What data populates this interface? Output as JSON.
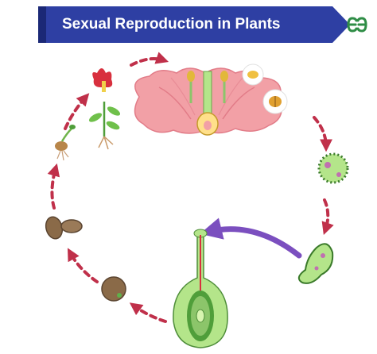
{
  "header": {
    "title": "Sexual Reproduction in Plants",
    "logo_icon": "geeksforgeeks-logo-icon"
  },
  "colors": {
    "banner": "#2e3fa3",
    "cycle_arrow": "#c0304a",
    "pollen_arrow": "#7b4fbf",
    "petal": "#f2a0a6",
    "pollen": "#b4e58a",
    "seed": "#8a6a48"
  },
  "stages": [
    {
      "name": "seedling",
      "icon": "seedling-icon"
    },
    {
      "name": "flowering-plant",
      "icon": "flowering-plant-icon"
    },
    {
      "name": "flower-cross-section",
      "icon": "flower-section-icon"
    },
    {
      "name": "pollen-grain",
      "icon": "pollen-grain-icon"
    },
    {
      "name": "germinating-pollen",
      "icon": "pollen-tube-icon"
    },
    {
      "name": "fertilization-in-ovary",
      "icon": "ovary-fertilization-icon"
    },
    {
      "name": "fruit-seed",
      "icon": "seed-icon"
    },
    {
      "name": "seeds",
      "icon": "seeds-icon"
    }
  ]
}
